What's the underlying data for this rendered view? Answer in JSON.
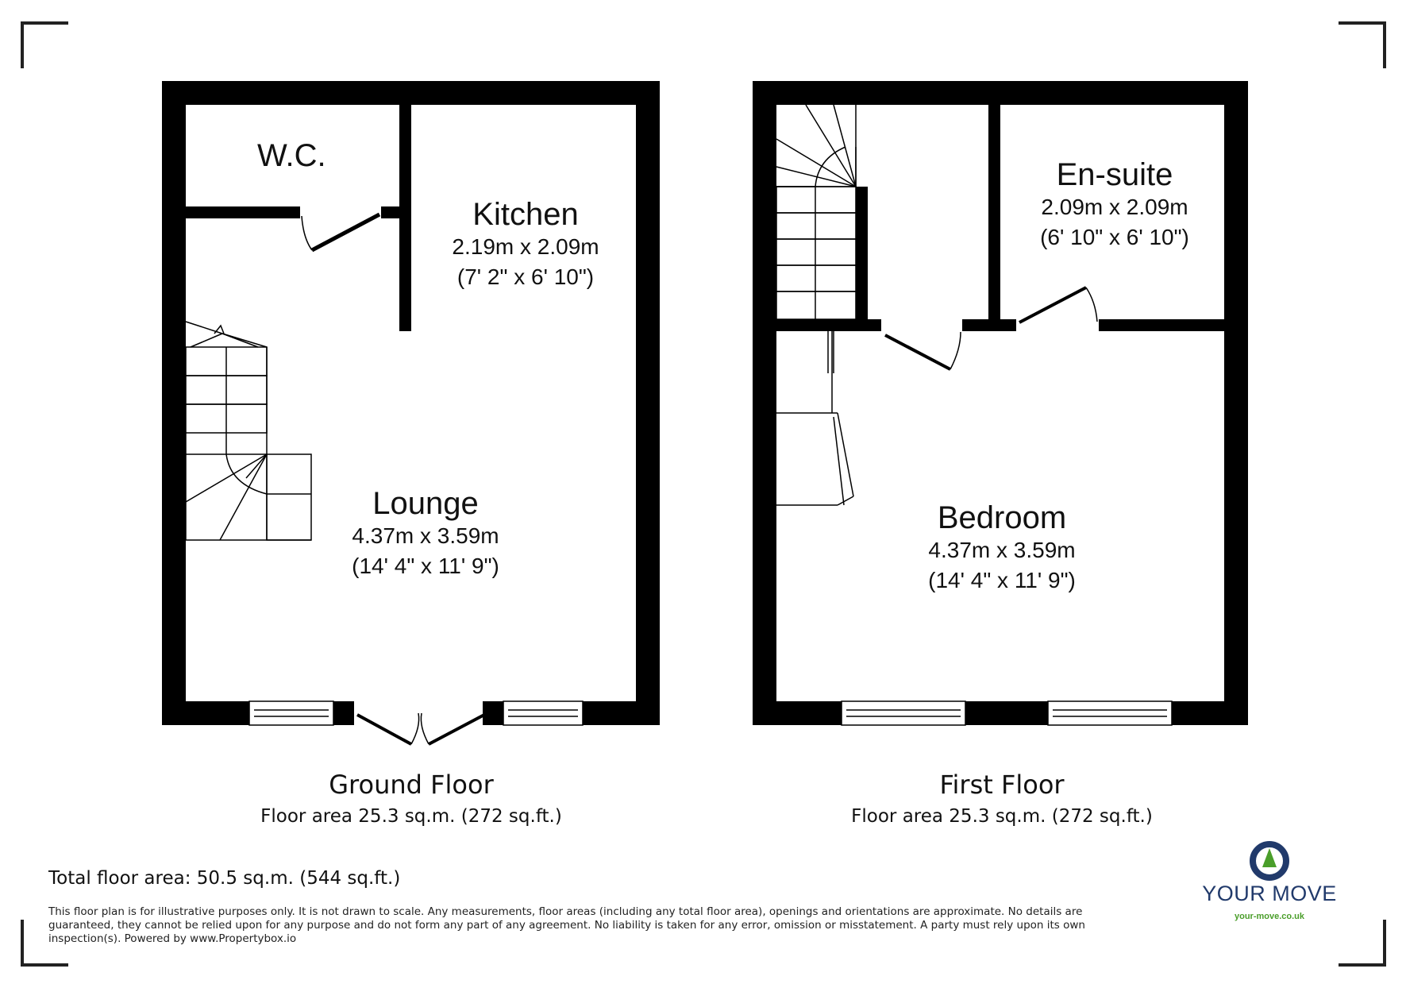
{
  "ground_floor": {
    "title": "Ground Floor",
    "area": "Floor area 25.3 sq.m. (272 sq.ft.)",
    "rooms": {
      "wc": {
        "name": "W.C."
      },
      "kitchen": {
        "name": "Kitchen",
        "metric": "2.19m x 2.09m",
        "imperial": "(7' 2\" x 6' 10\")"
      },
      "lounge": {
        "name": "Lounge",
        "metric": "4.37m x 3.59m",
        "imperial": "(14' 4\" x 11' 9\")"
      }
    }
  },
  "first_floor": {
    "title": "First Floor",
    "area": "Floor area 25.3 sq.m. (272 sq.ft.)",
    "rooms": {
      "ensuite": {
        "name": "En-suite",
        "metric": "2.09m x 2.09m",
        "imperial": "(6' 10\" x 6' 10\")"
      },
      "bedroom": {
        "name": "Bedroom",
        "metric": "4.37m x 3.59m",
        "imperial": "(14' 4\" x 11' 9\")"
      }
    }
  },
  "total_area": "Total floor area: 50.5 sq.m. (544 sq.ft.)",
  "disclaimer": "This floor plan is for illustrative purposes only. It is not drawn to scale. Any measurements, floor areas (including any total floor area), openings and orientations are approximate. No details are guaranteed, they cannot be relied upon for any purpose and do not form any part of any agreement. No liability is taken for any error, omission or misstatement. A party must rely upon its own inspection(s). Powered by www.Propertybox.io",
  "brand": {
    "name": "YOUR MOVE",
    "url": "your-move.co.uk",
    "colors": {
      "navy": "#213a6b",
      "green": "#4a9e2a"
    }
  },
  "colors": {
    "wall": "#000000",
    "background": "#ffffff"
  }
}
